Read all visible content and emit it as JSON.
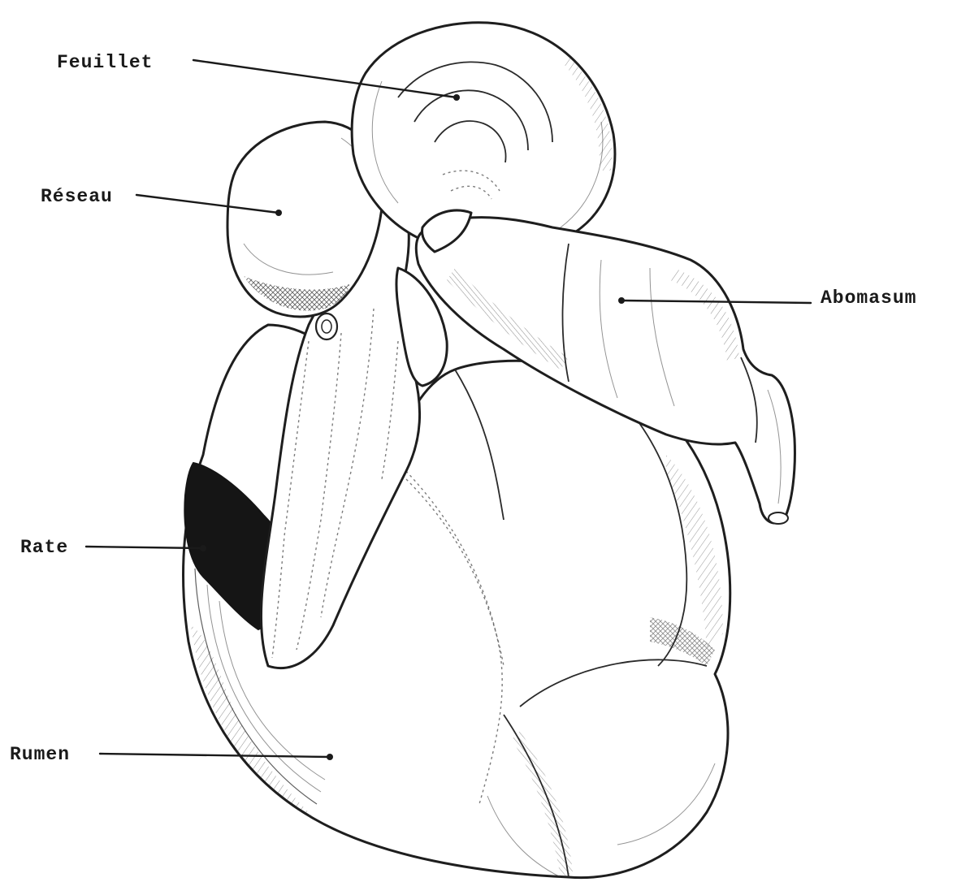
{
  "labels": {
    "feuillet": "Feuillet",
    "reseau": "Réseau",
    "abomasum": "Abomasum",
    "rate": "Rate",
    "rumen": "Rumen"
  },
  "colors": {
    "ink": "#1a1a1a",
    "paper": "#ffffff",
    "spleen": "#151515"
  }
}
